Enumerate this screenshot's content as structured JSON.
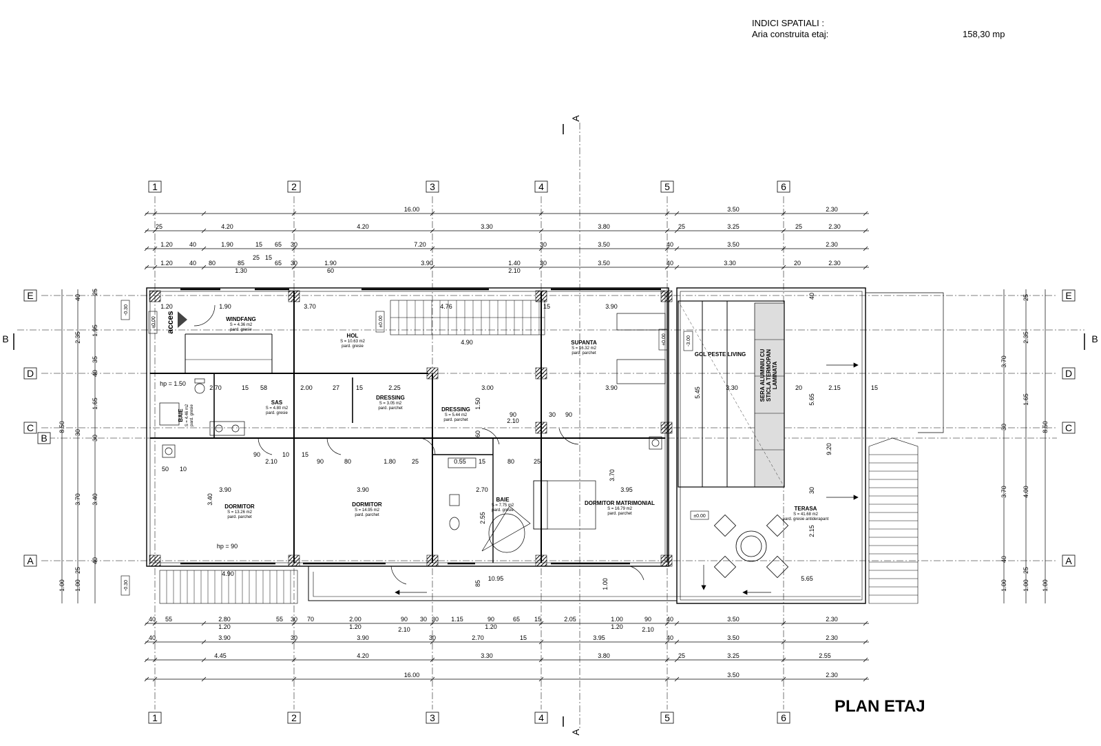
{
  "header": {
    "title": "INDICI SPATIALI :",
    "area_label": "Aria construita etaj:",
    "area_value": "158,30 mp"
  },
  "plan_title": "PLAN ETAJ",
  "axes": {
    "vertical": [
      "1",
      "2",
      "3",
      "4",
      "5",
      "6"
    ],
    "horizontal": [
      "E",
      "D",
      "C",
      "B",
      "A"
    ],
    "section_a": "A",
    "section_b": "B"
  },
  "rooms": [
    {
      "id": "windfang",
      "name": "WINDFANG",
      "area": "S = 4.36 m2",
      "floor": "pard. gresie"
    },
    {
      "id": "hol",
      "name": "HOL",
      "area": "S = 10.63 m2",
      "floor": "pard. gresie"
    },
    {
      "id": "supanta",
      "name": "SUPANTA",
      "area": "S = 16.32 m2",
      "floor": "pard. parchet"
    },
    {
      "id": "gol",
      "name": "GOL PESTE LIVING",
      "area": "",
      "floor": ""
    },
    {
      "id": "sas",
      "name": "SAS",
      "area": "S = 4.80 m2",
      "floor": "pard. gresie"
    },
    {
      "id": "dressing1",
      "name": "DRESSING",
      "area": "S = 3.05 m2",
      "floor": "pard. parchet"
    },
    {
      "id": "dressing2",
      "name": "DRESSING",
      "area": "S = 5.44 m2",
      "floor": "pard. parchet"
    },
    {
      "id": "baie1",
      "name": "BAIE",
      "area": "S = 4.46 m2",
      "floor": "pard. gresie"
    },
    {
      "id": "dormitor1",
      "name": "DORMITOR",
      "area": "S = 13.26 m2",
      "floor": "pard. parchet"
    },
    {
      "id": "dormitor2",
      "name": "DORMITOR",
      "area": "S = 14.95 m2",
      "floor": "pard. parchet"
    },
    {
      "id": "baie2",
      "name": "BAIE",
      "area": "S = 7.75 m2",
      "floor": "pard. gresie"
    },
    {
      "id": "dormitor_matrimonial",
      "name": "DORMITOR MATRIMONIAL",
      "area": "S = 16.79 m2",
      "floor": "pard. parchet"
    },
    {
      "id": "terasa",
      "name": "TERASA",
      "area": "S = 41.68 m2",
      "floor": "pard. gresie antiderapant"
    }
  ],
  "sera_label": [
    "SERA ALUMINIU CU",
    "STICLA TERMOPAN",
    "LAMINATA"
  ],
  "acces_label": "acces",
  "levels": {
    "zero": "±0.00",
    "minus": "-0.30",
    "minus2": "-3.00"
  },
  "dims_top": {
    "row1": [
      "16.00",
      "3.50",
      "2.30"
    ],
    "row2": [
      "25",
      "4.20",
      "4.20",
      "3.30",
      "3.80",
      "25",
      "3.25",
      "25",
      "2.30"
    ],
    "row3": [
      "1.20",
      "40",
      "1.90",
      "15",
      "65",
      "30",
      "7.20",
      "30",
      "3.50",
      "40",
      "3.50",
      "2.30"
    ],
    "row4": [
      "1.20",
      "40",
      "80",
      "85",
      "25",
      "15",
      "65",
      "30",
      "1.90",
      "3.90",
      "1.40",
      "30",
      "3.50",
      "40",
      "3.30",
      "20",
      "2.30"
    ],
    "row4_sub": [
      "1.30",
      "60",
      "2.10"
    ]
  },
  "dims_bottom": {
    "row1": [
      "40",
      "55",
      "2.80",
      "55",
      "30",
      "70",
      "2.00",
      "90",
      "30",
      "30",
      "1.15",
      "90",
      "65",
      "15",
      "2.05",
      "1.00",
      "90",
      "40",
      "3.50",
      "2.30"
    ],
    "row1_sub": [
      "1.20",
      "1.20",
      "2.10",
      "1.20",
      "1.20",
      "2.10"
    ],
    "row2": [
      "40",
      "3.90",
      "30",
      "3.90",
      "30",
      "2.70",
      "15",
      "3.95",
      "40",
      "3.50",
      "2.30"
    ],
    "row3": [
      "4.45",
      "4.20",
      "3.30",
      "3.80",
      "25",
      "3.25",
      "2.55"
    ],
    "row4": [
      "16.00",
      "3.50",
      "2.30"
    ]
  },
  "dims_left": [
    "25",
    "40",
    "2.35",
    "1.95",
    "35",
    "40",
    "1.65",
    "8.50",
    "30",
    "30",
    "3.70",
    "3.40",
    "40",
    "1.00",
    "25",
    "1.00"
  ],
  "dims_right": [
    "40",
    "25",
    "2.35",
    "3.70",
    "1.65",
    "8.50",
    "30",
    "30",
    "4.00",
    "3.70",
    "40",
    "25",
    "1.00",
    "1.00",
    "1.00",
    "5.65",
    "9.20"
  ],
  "dims_inner": [
    "1.20",
    "1.90",
    "3.70",
    "4.76",
    "15",
    "3.90",
    "4.90",
    "2.70",
    "15",
    "58",
    "2.00",
    "27",
    "15",
    "2.25",
    "3.00",
    "3.90",
    "3.30",
    "20",
    "2.15",
    "15",
    "90",
    "2.10",
    "90",
    "10",
    "15",
    "90",
    "80",
    "1.80",
    "25",
    "0.55",
    "15",
    "80",
    "25",
    "90",
    "30",
    "2.10",
    "3.90",
    "3.90",
    "2.70",
    "3.95",
    "4.90",
    "10.95",
    "5.65",
    "2.55",
    "3.70",
    "3.40",
    "1.50",
    "60",
    "85",
    "1.00",
    "2.15",
    "5.45",
    "50",
    "10",
    "hp = 90",
    "hp = 1.50"
  ]
}
